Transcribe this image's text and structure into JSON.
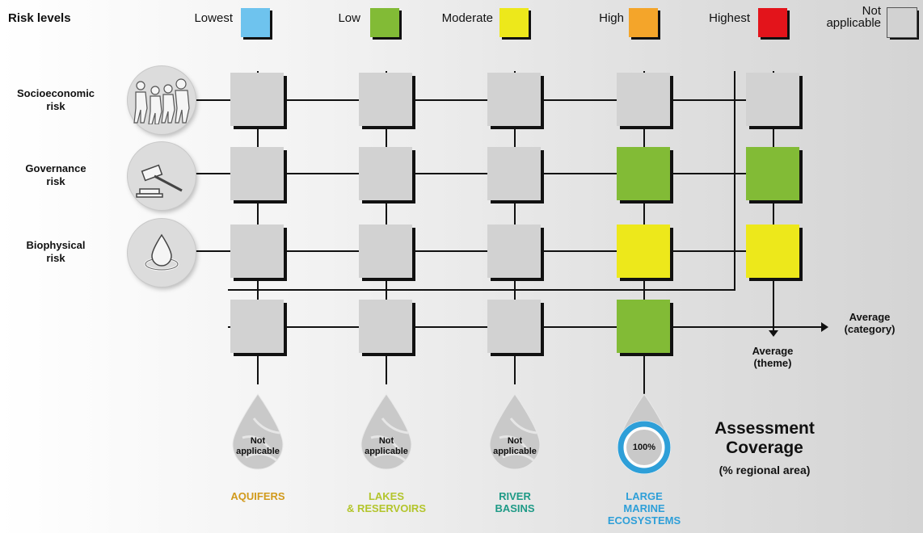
{
  "legend": {
    "title": "Risk levels",
    "items": [
      {
        "label": "Lowest",
        "color": "#6ec3ee"
      },
      {
        "label": "Low",
        "color": "#82bb36"
      },
      {
        "label": "Moderate",
        "color": "#ede81b"
      },
      {
        "label": "High",
        "color": "#f4a52a"
      },
      {
        "label": "Highest",
        "color": "#e3141b"
      },
      {
        "label_line1": "Not",
        "label_line2": "applicable",
        "color": "#d2d2d2"
      }
    ]
  },
  "themes": [
    {
      "line1": "Socioeconomic",
      "line2": "risk",
      "icon": "people-icon"
    },
    {
      "line1": "Governance",
      "line2": "risk",
      "icon": "gavel-icon"
    },
    {
      "line1": "Biophysical",
      "line2": "risk",
      "icon": "water-drop-icon"
    }
  ],
  "grid": {
    "columns": [
      "aquifers",
      "lakes-reservoirs",
      "river-basins",
      "large-marine-ecosystems",
      "average-theme"
    ],
    "rows": [
      [
        "not-applicable",
        "not-applicable",
        "not-applicable",
        "not-applicable",
        "not-applicable"
      ],
      [
        "not-applicable",
        "not-applicable",
        "not-applicable",
        "low",
        "low"
      ],
      [
        "not-applicable",
        "not-applicable",
        "not-applicable",
        "moderate",
        "moderate"
      ],
      [
        "not-applicable",
        "not-applicable",
        "not-applicable",
        "low"
      ]
    ]
  },
  "averages": {
    "category_line1": "Average",
    "category_line2": "(category)",
    "theme_line1": "Average",
    "theme_line2": "(theme)"
  },
  "coverage": {
    "title_line1": "Assessment",
    "title_line2": "Coverage",
    "subtitle": "(% regional area)",
    "drops": [
      {
        "line1": "Not",
        "line2": "applicable"
      },
      {
        "line1": "Not",
        "line2": "applicable"
      },
      {
        "line1": "Not",
        "line2": "applicable"
      },
      {
        "value": "100%",
        "fraction": 1.0
      }
    ]
  },
  "categories": [
    {
      "line1": "AQUIFERS",
      "color": "#d19a1c"
    },
    {
      "line1": "LAKES",
      "line2": "& RESERVOIRS",
      "color": "#b3c52c"
    },
    {
      "line1": "RIVER",
      "line2": "BASINS",
      "color": "#1e9a86"
    },
    {
      "line1": "LARGE",
      "line2": "MARINE",
      "line3": "ECOSYSTEMS",
      "color": "#2e9fd8"
    }
  ],
  "colors": {
    "not-applicable": "#d2d2d2",
    "low": "#82bb36",
    "moderate": "#ede81b"
  }
}
